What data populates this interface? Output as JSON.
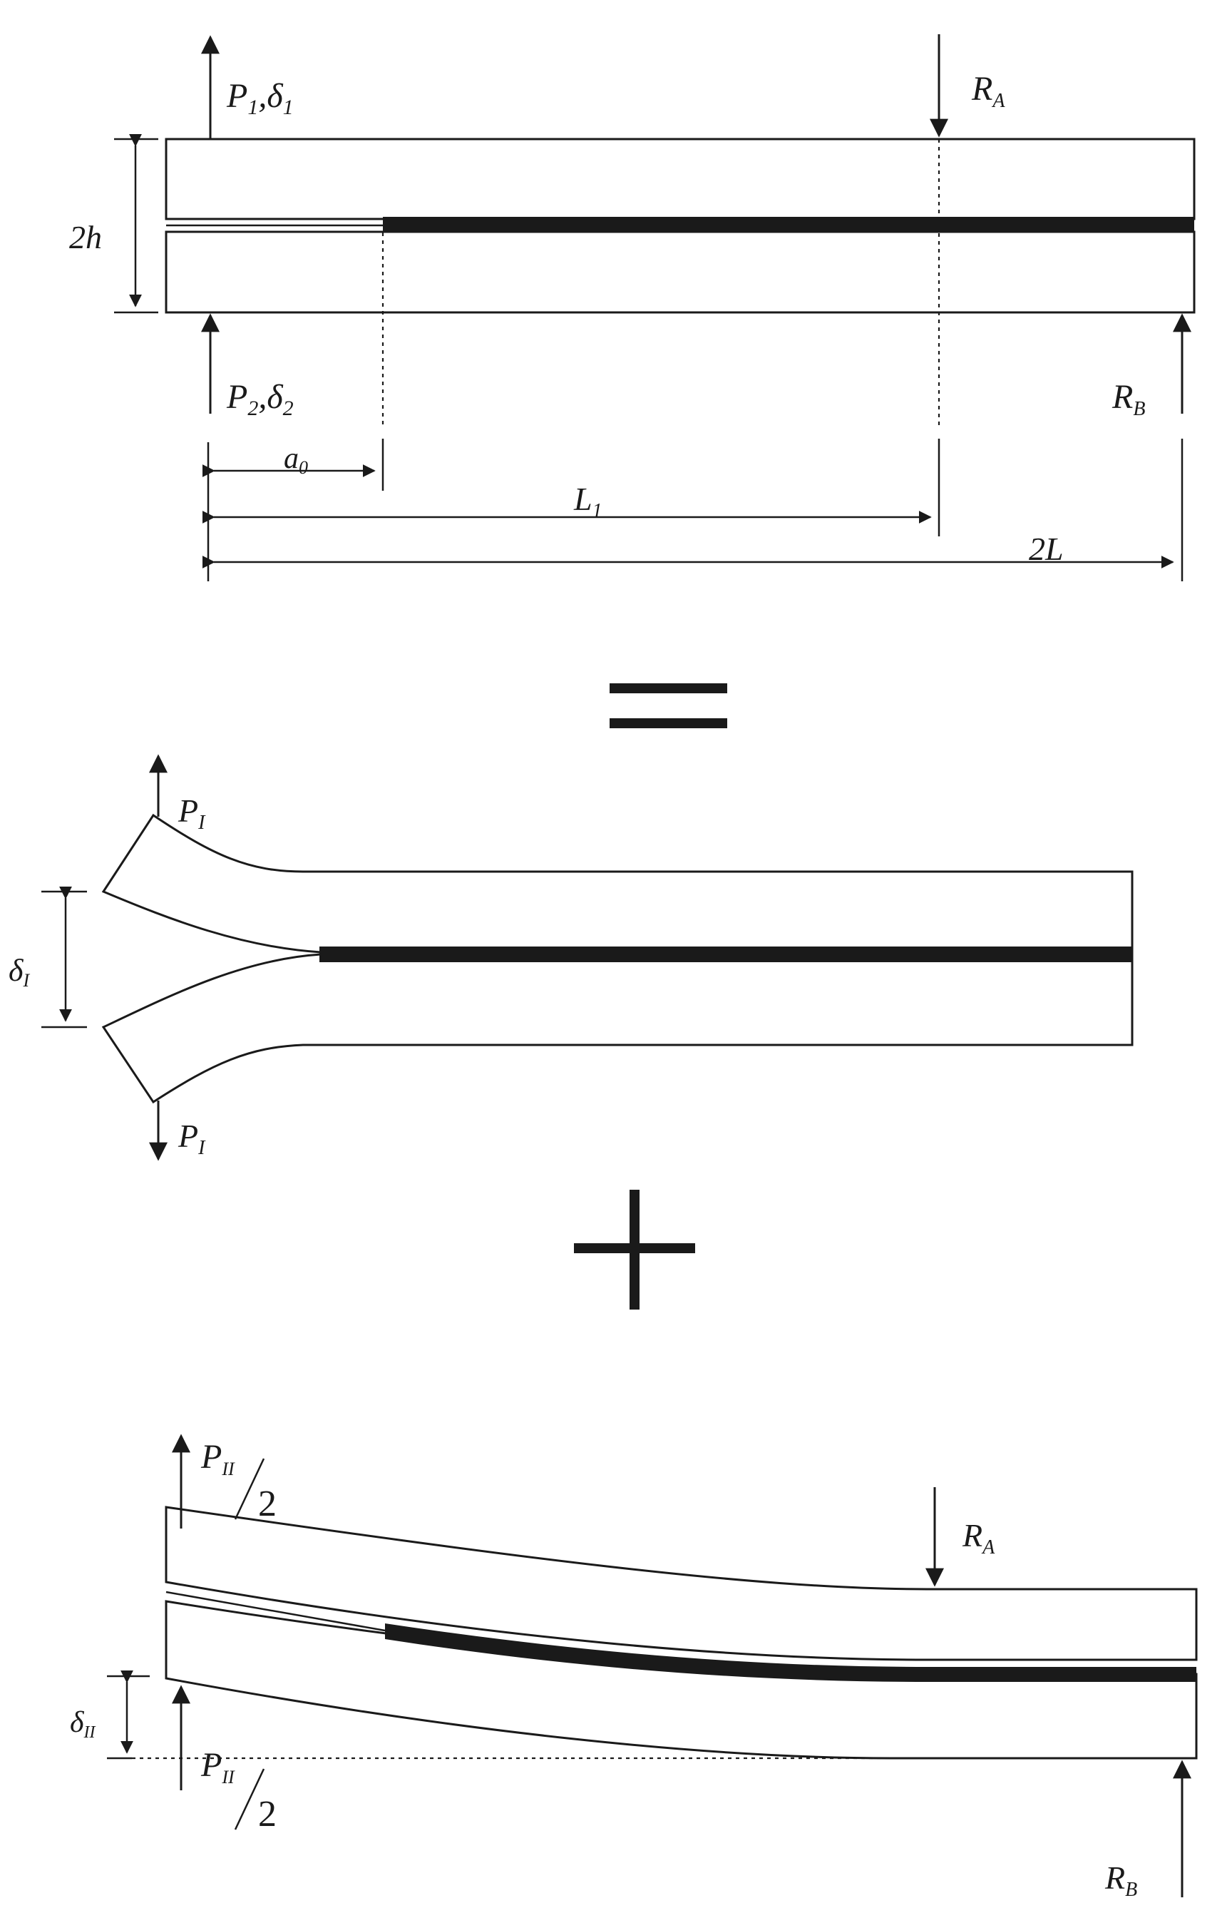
{
  "top": {
    "force_upper": "P",
    "force_upper_sub": "1",
    "force_upper_sep": ",δ",
    "force_upper_sub2": "1",
    "force_lower": "P",
    "force_lower_sub": "2",
    "force_lower_sep": ",δ",
    "force_lower_sub2": "2",
    "reaction_a": "R",
    "reaction_a_sub": "A",
    "reaction_b": "R",
    "reaction_b_sub": "B",
    "thickness": "2h",
    "crack_length": "a",
    "crack_length_sub": "0",
    "span_l1": "L",
    "span_l1_sub": "1",
    "span_2l": "2L"
  },
  "equals_sign": "=",
  "mode1": {
    "force_top": "P",
    "force_top_sub": "I",
    "force_bottom": "P",
    "force_bottom_sub": "I",
    "opening": "δ",
    "opening_sub": "I"
  },
  "plus_sign": "+",
  "mode2": {
    "force_top": "P",
    "force_top_sub": "II",
    "force_top_div": "2",
    "force_bottom": "P",
    "force_bottom_sub": "II",
    "force_bottom_div": "2",
    "reaction_a": "R",
    "reaction_a_sub": "A",
    "reaction_b": "R",
    "reaction_b_sub": "B",
    "deflection": "δ",
    "deflection_sub": "II"
  },
  "colors": {
    "ink": "#1a1a1a",
    "background": "#ffffff"
  }
}
